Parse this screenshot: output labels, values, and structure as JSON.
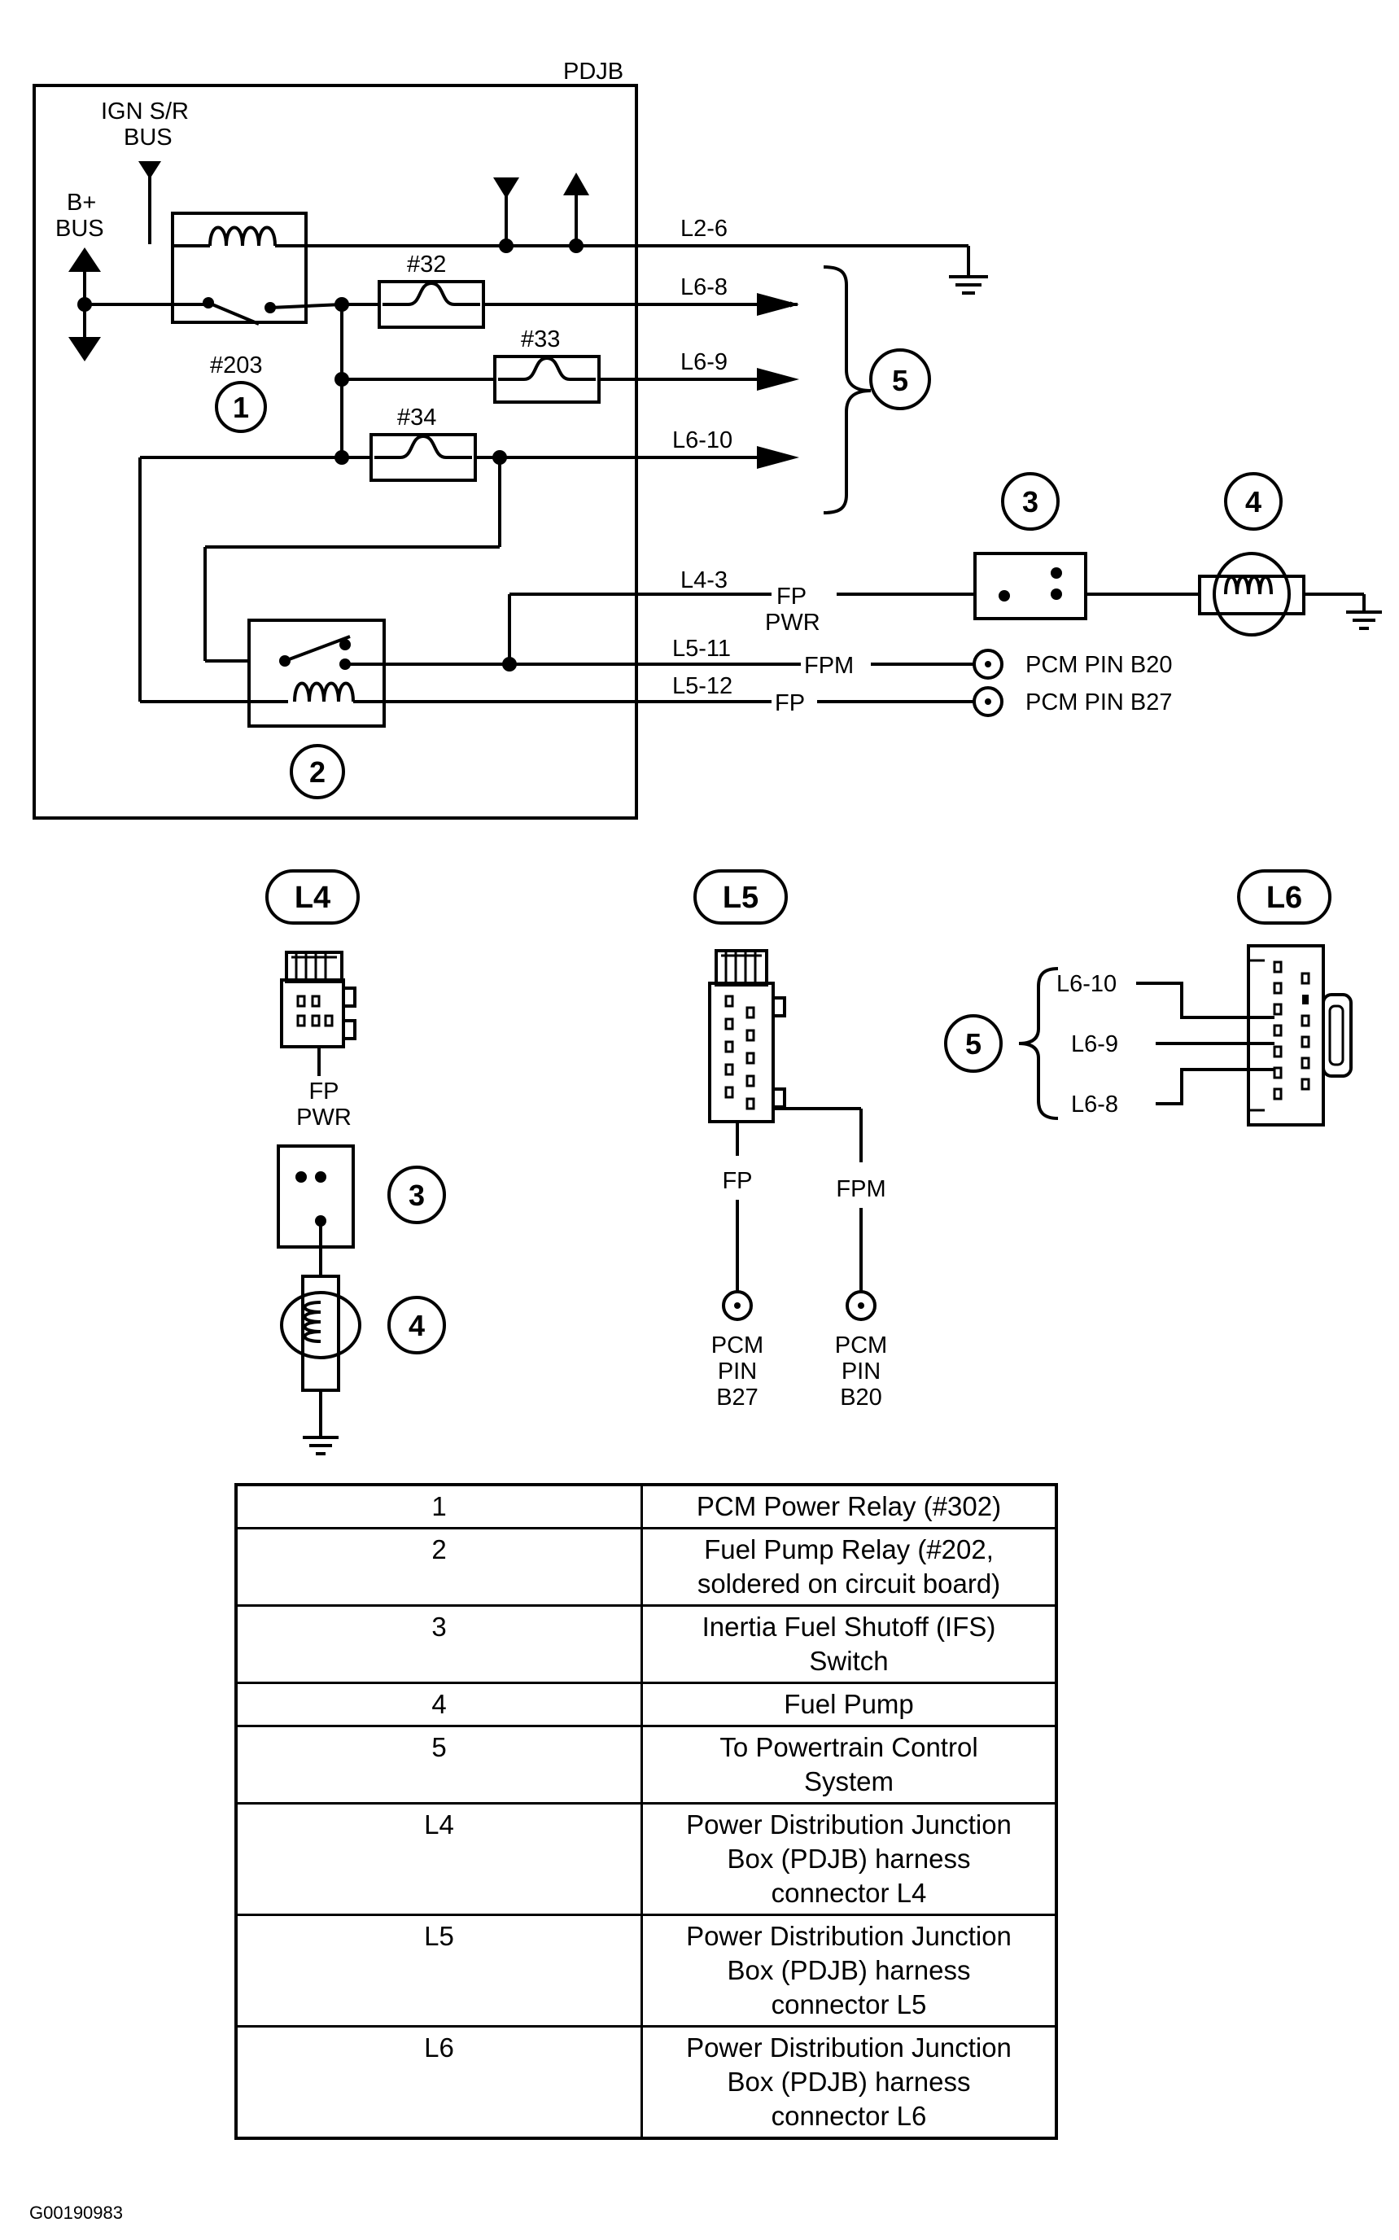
{
  "diagram": {
    "box_label": "PDJB",
    "ign_bus": [
      "IGN S/R",
      "BUS"
    ],
    "b_bus": [
      "B+",
      "BUS"
    ],
    "relay_203": "#203",
    "fuse_32": "#32",
    "fuse_33": "#33",
    "fuse_34": "#34",
    "wire_l2_6": "L2-6",
    "wire_l6_8": "L6-8",
    "wire_l6_9": "L6-9",
    "wire_l6_10": "L6-10",
    "wire_l4_3": "L4-3",
    "wire_l5_11": "L5-11",
    "wire_l5_12": "L5-12",
    "fp_pwr": [
      "FP",
      "PWR"
    ],
    "fpm": "FPM",
    "fp": "FP",
    "pcm_b20": "PCM PIN B20",
    "pcm_b27": "PCM PIN B27",
    "callout_1": "1",
    "callout_2": "2",
    "callout_3": "3",
    "callout_4": "4",
    "callout_5": "5",
    "conn_l4": "L4",
    "conn_l5": "L5",
    "conn_l6": "L6",
    "l4_fp_pwr": [
      "FP",
      "PWR"
    ],
    "l5_fp": "FP",
    "l5_fpm": "FPM",
    "l5_pcm_b27": [
      "PCM",
      "PIN",
      "B27"
    ],
    "l5_pcm_b20": [
      "PCM",
      "PIN",
      "B20"
    ],
    "l6_pins": [
      "L6-10",
      "L6-9",
      "L6-8"
    ]
  },
  "legend": [
    {
      "key": "1",
      "desc": [
        "PCM Power Relay (#302)"
      ]
    },
    {
      "key": "2",
      "desc": [
        "Fuel Pump Relay (#202,",
        "soldered on circuit board)"
      ]
    },
    {
      "key": "3",
      "desc": [
        "Inertia Fuel Shutoff (IFS)",
        "Switch"
      ]
    },
    {
      "key": "4",
      "desc": [
        "Fuel Pump"
      ]
    },
    {
      "key": "5",
      "desc": [
        "To Powertrain Control",
        "System"
      ]
    },
    {
      "key": "L4",
      "desc": [
        "Power Distribution Junction",
        "Box (PDJB) harness",
        "connector L4"
      ]
    },
    {
      "key": "L5",
      "desc": [
        "Power Distribution Junction",
        "Box (PDJB) harness",
        "connector L5"
      ]
    },
    {
      "key": "L6",
      "desc": [
        "Power Distribution Junction",
        "Box (PDJB) harness",
        "connector L6"
      ]
    }
  ],
  "footer_code": "G00190983"
}
